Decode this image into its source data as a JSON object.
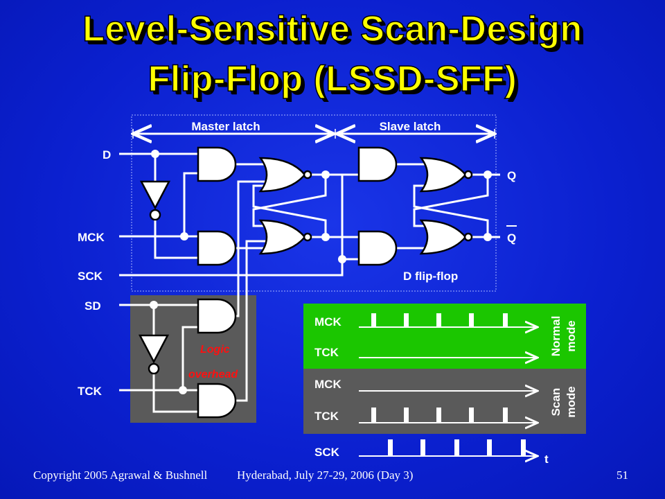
{
  "title": {
    "line1": "Level-Sensitive Scan-Design",
    "line2": "Flip-Flop (LSSD-SFF)"
  },
  "diagram": {
    "master_latch": "Master latch",
    "slave_latch": "Slave latch",
    "inputs": {
      "d": "D",
      "mck": "MCK",
      "sck": "SCK",
      "sd": "SD",
      "tck": "TCK"
    },
    "outputs": {
      "q": "Q",
      "qbar": "Q"
    },
    "dff_label": "D flip-flop",
    "logic_overhead_1": "Logic",
    "logic_overhead_2": "overhead"
  },
  "timing": {
    "normal": {
      "mck": "MCK",
      "tck": "TCK",
      "mode_1": "Normal",
      "mode_2": "mode"
    },
    "scan": {
      "mck": "MCK",
      "tck": "TCK",
      "mode_1": "Scan",
      "mode_2": "mode"
    },
    "sck": "SCK",
    "t_label": "t"
  },
  "colors": {
    "background": "#0b20cf",
    "title": "#ffff00",
    "normal_panel": "#1bc600",
    "scan_panel": "#5a5a5a",
    "overhead_panel": "#5a5a5a",
    "overhead_text": "#ff1010"
  },
  "footer": {
    "copyright": "Copyright 2005 Agrawal & Bushnell",
    "event": "Hyderabad, July 27-29, 2006 (Day 3)",
    "page": "51"
  }
}
